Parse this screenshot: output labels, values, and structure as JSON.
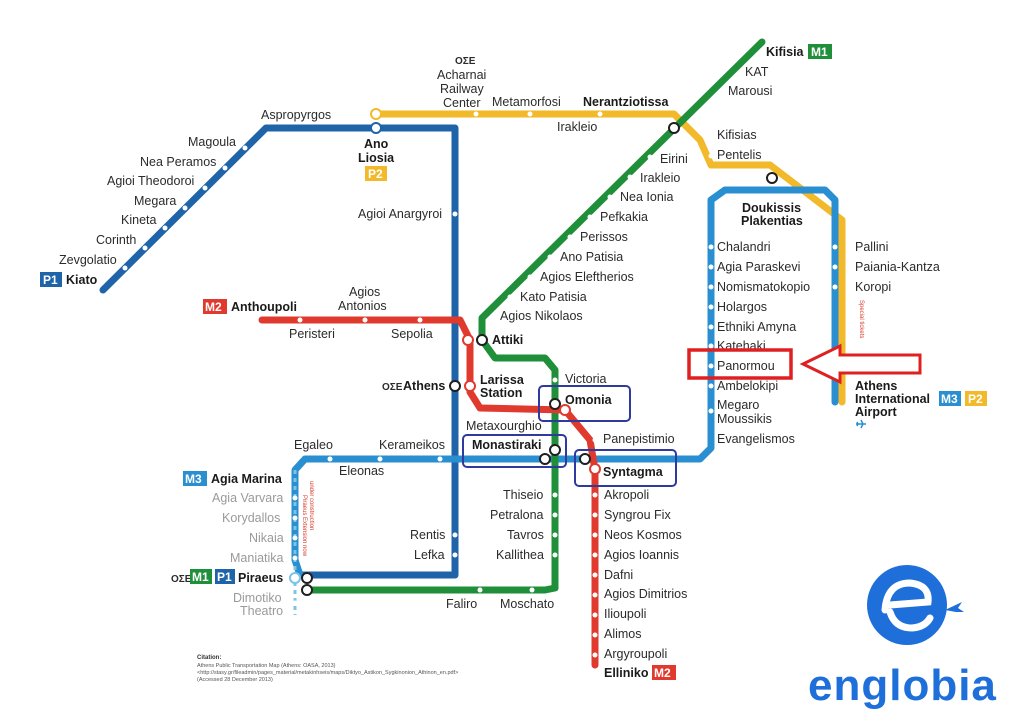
{
  "lines": {
    "M1": {
      "label": "M1",
      "color": "#1f8f3a"
    },
    "M2": {
      "label": "M2",
      "color": "#e03a2f"
    },
    "M3": {
      "label": "M3",
      "color": "#2a8fd1"
    },
    "P1": {
      "label": "P1",
      "color": "#1f63a8"
    },
    "P2": {
      "label": "P2",
      "color": "#f2b92a"
    }
  },
  "stations": {
    "kifisia": "Kifisia",
    "kat": "KAT",
    "marousi": "Marousi",
    "nerantziotissa": "Nerantziotissa",
    "irakleio_p2": "Irakleio",
    "eirini": "Eirini",
    "irakleio_m1": "Irakleio",
    "nea_ionia": "Nea Ionia",
    "pefkakia": "Pefkakia",
    "perissos": "Perissos",
    "ano_patisia": "Ano Patisia",
    "agios_eleftherios": "Agios Eleftherios",
    "kato_patisia": "Kato Patisia",
    "agios_nikolaos": "Agios Nikolaos",
    "attiki": "Attiki",
    "victoria": "Victoria",
    "omonia": "Omonia",
    "monastiraki": "Monastiraki",
    "thiseio": "Thiseio",
    "petralona": "Petralona",
    "tavros": "Tavros",
    "kallithea": "Kallithea",
    "moschato": "Moschato",
    "faliro": "Faliro",
    "piraeus": "Piraeus",
    "acharnai_1": "Acharnai",
    "acharnai_2": "Railway",
    "acharnai_3": "Center",
    "metamorfosi": "Metamorfosi",
    "aspropyrgos": "Aspropyrgos",
    "magoula": "Magoula",
    "nea_peramos": "Nea Peramos",
    "agioi_theodoroi": "Agioi Theodoroi",
    "megara": "Megara",
    "kineta": "Kineta",
    "corinth": "Corinth",
    "zevgolatio": "Zevgolatio",
    "kiato": "Kiato",
    "ano_liosia_1": "Ano",
    "ano_liosia_2": "Liosia",
    "agioi_anargyroi": "Agioi Anargyroi",
    "rentis": "Rentis",
    "lefka": "Lefka",
    "kifisias": "Kifisias",
    "pentelis": "Pentelis",
    "doukissis_1": "Doukissis",
    "doukissis_2": "Plakentias",
    "pallini": "Pallini",
    "paiania": "Paiania-Kantza",
    "koropi": "Koropi",
    "airport_1": "Athens",
    "airport_2": "International",
    "airport_3": "Airport",
    "chalandri": "Chalandri",
    "agia_paraskevi": "Agia Paraskevi",
    "nomismatokopio": "Nomismatokopio",
    "holargos": "Holargos",
    "ethniki_amyna": "Ethniki Amyna",
    "katehaki": "Katehaki",
    "panormou": "Panormou",
    "ambelokipi": "Ambelokipi",
    "megaro_1": "Megaro",
    "megaro_2": "Moussikis",
    "evangelismos": "Evangelismos",
    "syntagma": "Syntagma",
    "panepistimio": "Panepistimio",
    "akropoli": "Akropoli",
    "syngrou_fix": "Syngrou Fix",
    "neos_kosmos": "Neos Kosmos",
    "agios_ioannis": "Agios Ioannis",
    "dafni": "Dafni",
    "agios_dimitrios": "Agios Dimitrios",
    "ilioupoli": "Ilioupoli",
    "alimos": "Alimos",
    "argyroupoli": "Argyroupoli",
    "elliniko": "Elliniko",
    "anthoupoli": "Anthoupoli",
    "peristeri": "Peristeri",
    "agios_antonios_1": "Agios",
    "agios_antonios_2": "Antonios",
    "sepolia": "Sepolia",
    "larissa_1": "Larissa",
    "larissa_2": "Station",
    "metaxourghio": "Metaxourghio",
    "athens": "Athens",
    "agia_marina": "Agia Marina",
    "egaleo": "Egaleo",
    "eleonas": "Eleonas",
    "kerameikos": "Kerameikos",
    "agia_varvara": "Agia Varvara",
    "korydallos": "Korydallos",
    "nikaia": "Nikaia",
    "maniatika": "Maniatika",
    "dimotiko_1": "Dimotiko",
    "dimotiko_2": "Theatro"
  },
  "notes": {
    "ext_1": "Piraeus Extension now",
    "ext_2": "under construction",
    "special_tickets": "Special tickets"
  },
  "citation": {
    "heading": "Citation:",
    "line1": "Athens Public Transportation Map (Athens: OASA, 2013)",
    "line2": "<http://stasy.gr/fileadmin/pages_material/metakinhseis/maps/Diktyo_Astikon_Sygkinonion_Athinon_en.pdf>",
    "line3": "(Accessed 28 December 2013)"
  },
  "brand": {
    "name": "englobia",
    "color": "#1e6fd9"
  },
  "icons": {
    "rail_logo": "ose-railway-logo",
    "airport": "airplane-icon",
    "highlight_arrow": "red-arrow-icon"
  },
  "ose_label": "OΣE",
  "highlight": {
    "rect_color": "#e02020",
    "group_color": "#2e3a9e",
    "target": "Panormou"
  }
}
